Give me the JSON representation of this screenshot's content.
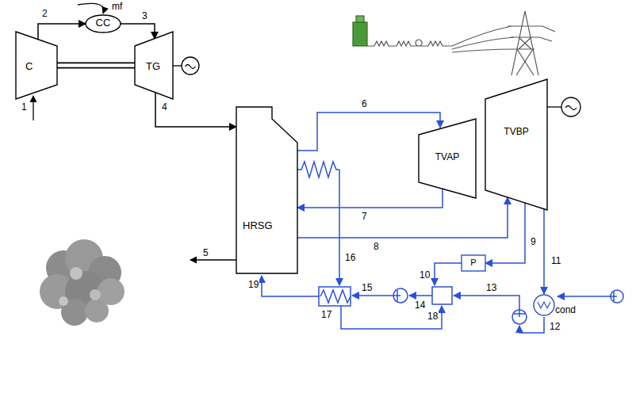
{
  "diagram": {
    "nodes": [
      {
        "text": [
          "C"
        ]
      },
      {
        "text": [
          "CC"
        ]
      },
      {
        "text": [
          "TG"
        ]
      },
      {
        "text": [
          "HRSG"
        ]
      },
      {
        "text": [
          "TVAP"
        ]
      },
      {
        "text": [
          "TVBP"
        ]
      },
      {
        "text": [
          "P"
        ]
      },
      {
        "text": [
          "cond"
        ]
      }
    ],
    "edges": [
      {
        "from": 0,
        "to": 1,
        "arrow": "to",
        "label": "2"
      },
      {
        "from": 1,
        "to": 2,
        "arrow": "to",
        "label": "3"
      },
      {
        "from": 0,
        "to": 2,
        "arrow": "none"
      },
      {
        "from": 2,
        "to": 3,
        "arrow": "to",
        "label": "4"
      },
      {
        "from": 3,
        "to": 4,
        "arrow": "to",
        "label": "6"
      },
      {
        "from": 4,
        "to": 3,
        "arrow": "to",
        "label": "7"
      },
      {
        "from": 3,
        "to": 5,
        "arrow": "to",
        "label": "8"
      },
      {
        "from": 5,
        "to": 6,
        "arrow": "to",
        "label": "9"
      },
      {
        "from": 5,
        "to": 7,
        "arrow": "to",
        "label": "11"
      }
    ],
    "labels": [
      "mf",
      "1",
      "5",
      "10",
      "12",
      "13",
      "14",
      "15",
      "16",
      "17",
      "18",
      "19"
    ]
  }
}
